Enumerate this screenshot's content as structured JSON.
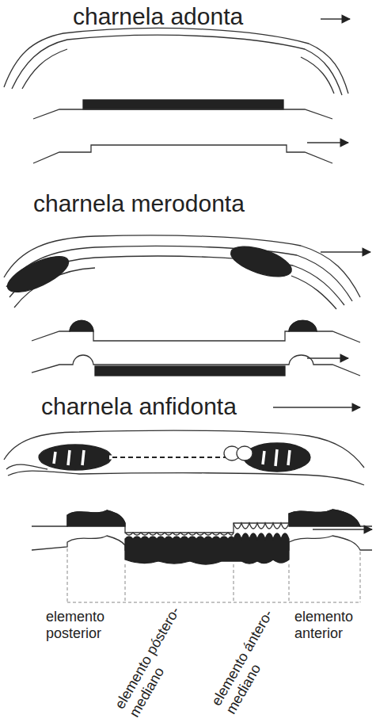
{
  "diagram": {
    "labels": [
      "charnela adonta",
      "charnela merodonta",
      "charnela anfidonta",
      "elemento posterior",
      "elemento póstero-mediano",
      "elemento ántero-mediano",
      "elemento anterior"
    ]
  }
}
